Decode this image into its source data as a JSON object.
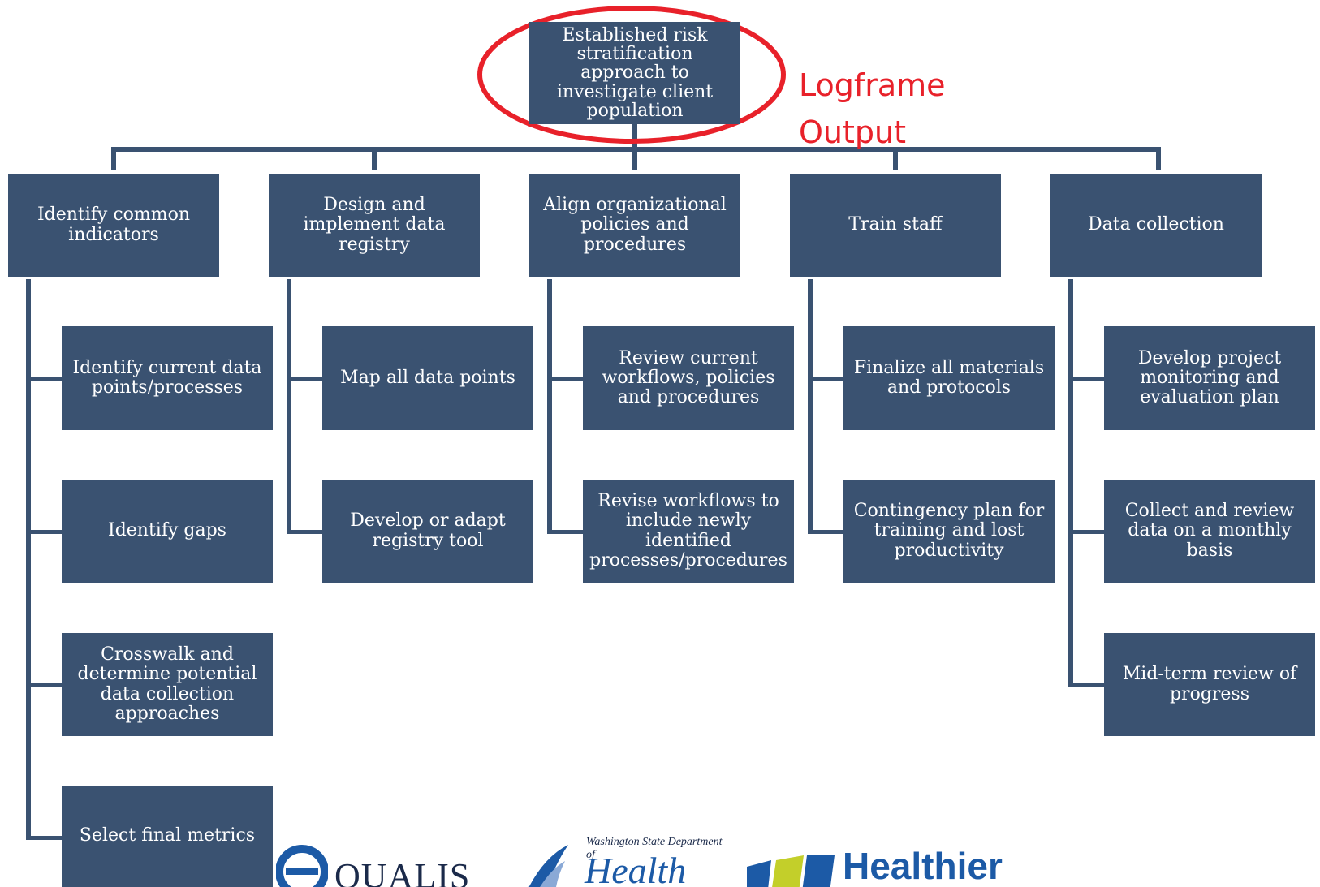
{
  "root": "Established risk stratification approach to investigate client population",
  "annotation": {
    "line1": "Logframe",
    "line2": "Output",
    "color": "#e8212a"
  },
  "colors": {
    "box": "#3a5271",
    "line": "#3a5271"
  },
  "branches": [
    {
      "label": "Identify common indicators",
      "children": [
        "Identify current data points/processes",
        "Identify gaps",
        "Crosswalk and determine potential data collection approaches",
        "Select final metrics"
      ]
    },
    {
      "label": "Design and implement data registry",
      "children": [
        "Map all data points",
        "Develop or adapt registry tool"
      ]
    },
    {
      "label": "Align organizational policies and procedures",
      "children": [
        "Review current workflows, policies and procedures",
        "Revise workflows to include newly identified processes/procedures"
      ]
    },
    {
      "label": "Train staff",
      "children": [
        "Finalize all materials and protocols",
        "Contingency plan for training and lost productivity"
      ]
    },
    {
      "label": "Data collection",
      "children": [
        "Develop project monitoring and evaluation plan",
        "Collect and review data on a monthly basis",
        "Mid-term review of progress"
      ]
    }
  ],
  "logos": {
    "qualis": "QUALIS",
    "wsdoh_small": "Washington State Department of",
    "wsdoh_big": "Health",
    "healthier": "Healthier"
  }
}
